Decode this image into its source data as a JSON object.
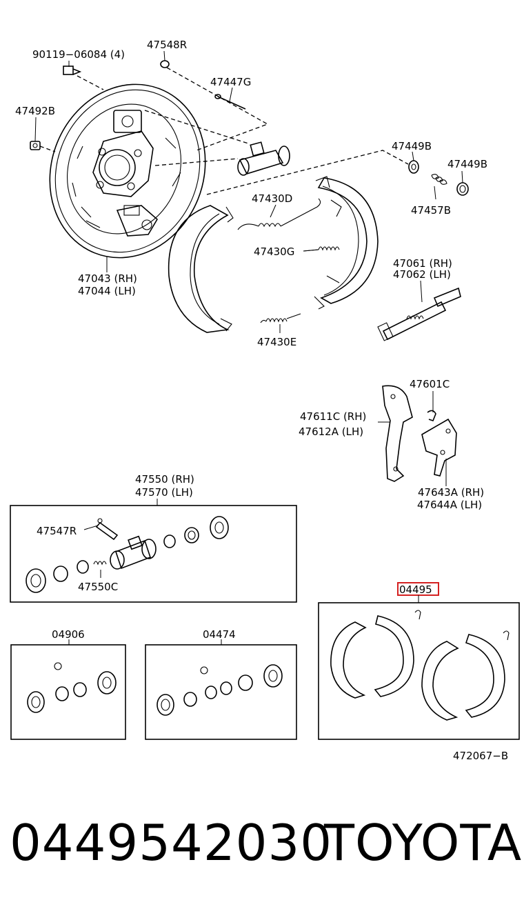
{
  "labels": {
    "bolt": "90119−06084 (4)",
    "plug": "47548R",
    "pin": "47447G",
    "nut": "47492B",
    "boot_b": "47449B",
    "boot_b2": "47449B",
    "spring_b": "47457B",
    "spring_d": "47430D",
    "spring_g": "47430G",
    "spring_e": "47430E",
    "backing_rh": "47043 (RH)",
    "backing_lh": "47044 (LH)",
    "adjuster_rh": "47061 (RH)",
    "adjuster_lh": "47062 (LH)",
    "clip": "47601C",
    "lever_rh": "47611C (RH)",
    "lever_lh": "47612A (LH)",
    "lever2_rh": "47643A (RH)",
    "lever2_lh": "47644A (LH)",
    "cyl_rh": "47550 (RH)",
    "cyl_lh": "47570 (LH)",
    "bleeder": "47547R",
    "spring_c": "47550C",
    "kit_a": "04906",
    "kit_b": "04474",
    "kit_shoe": "04495",
    "diagram_code": "472067−B"
  },
  "footer": {
    "part_number": "0449542030",
    "brand": "TOYOTA"
  },
  "colors": {
    "highlight": "#d42020",
    "ink": "#000000"
  }
}
